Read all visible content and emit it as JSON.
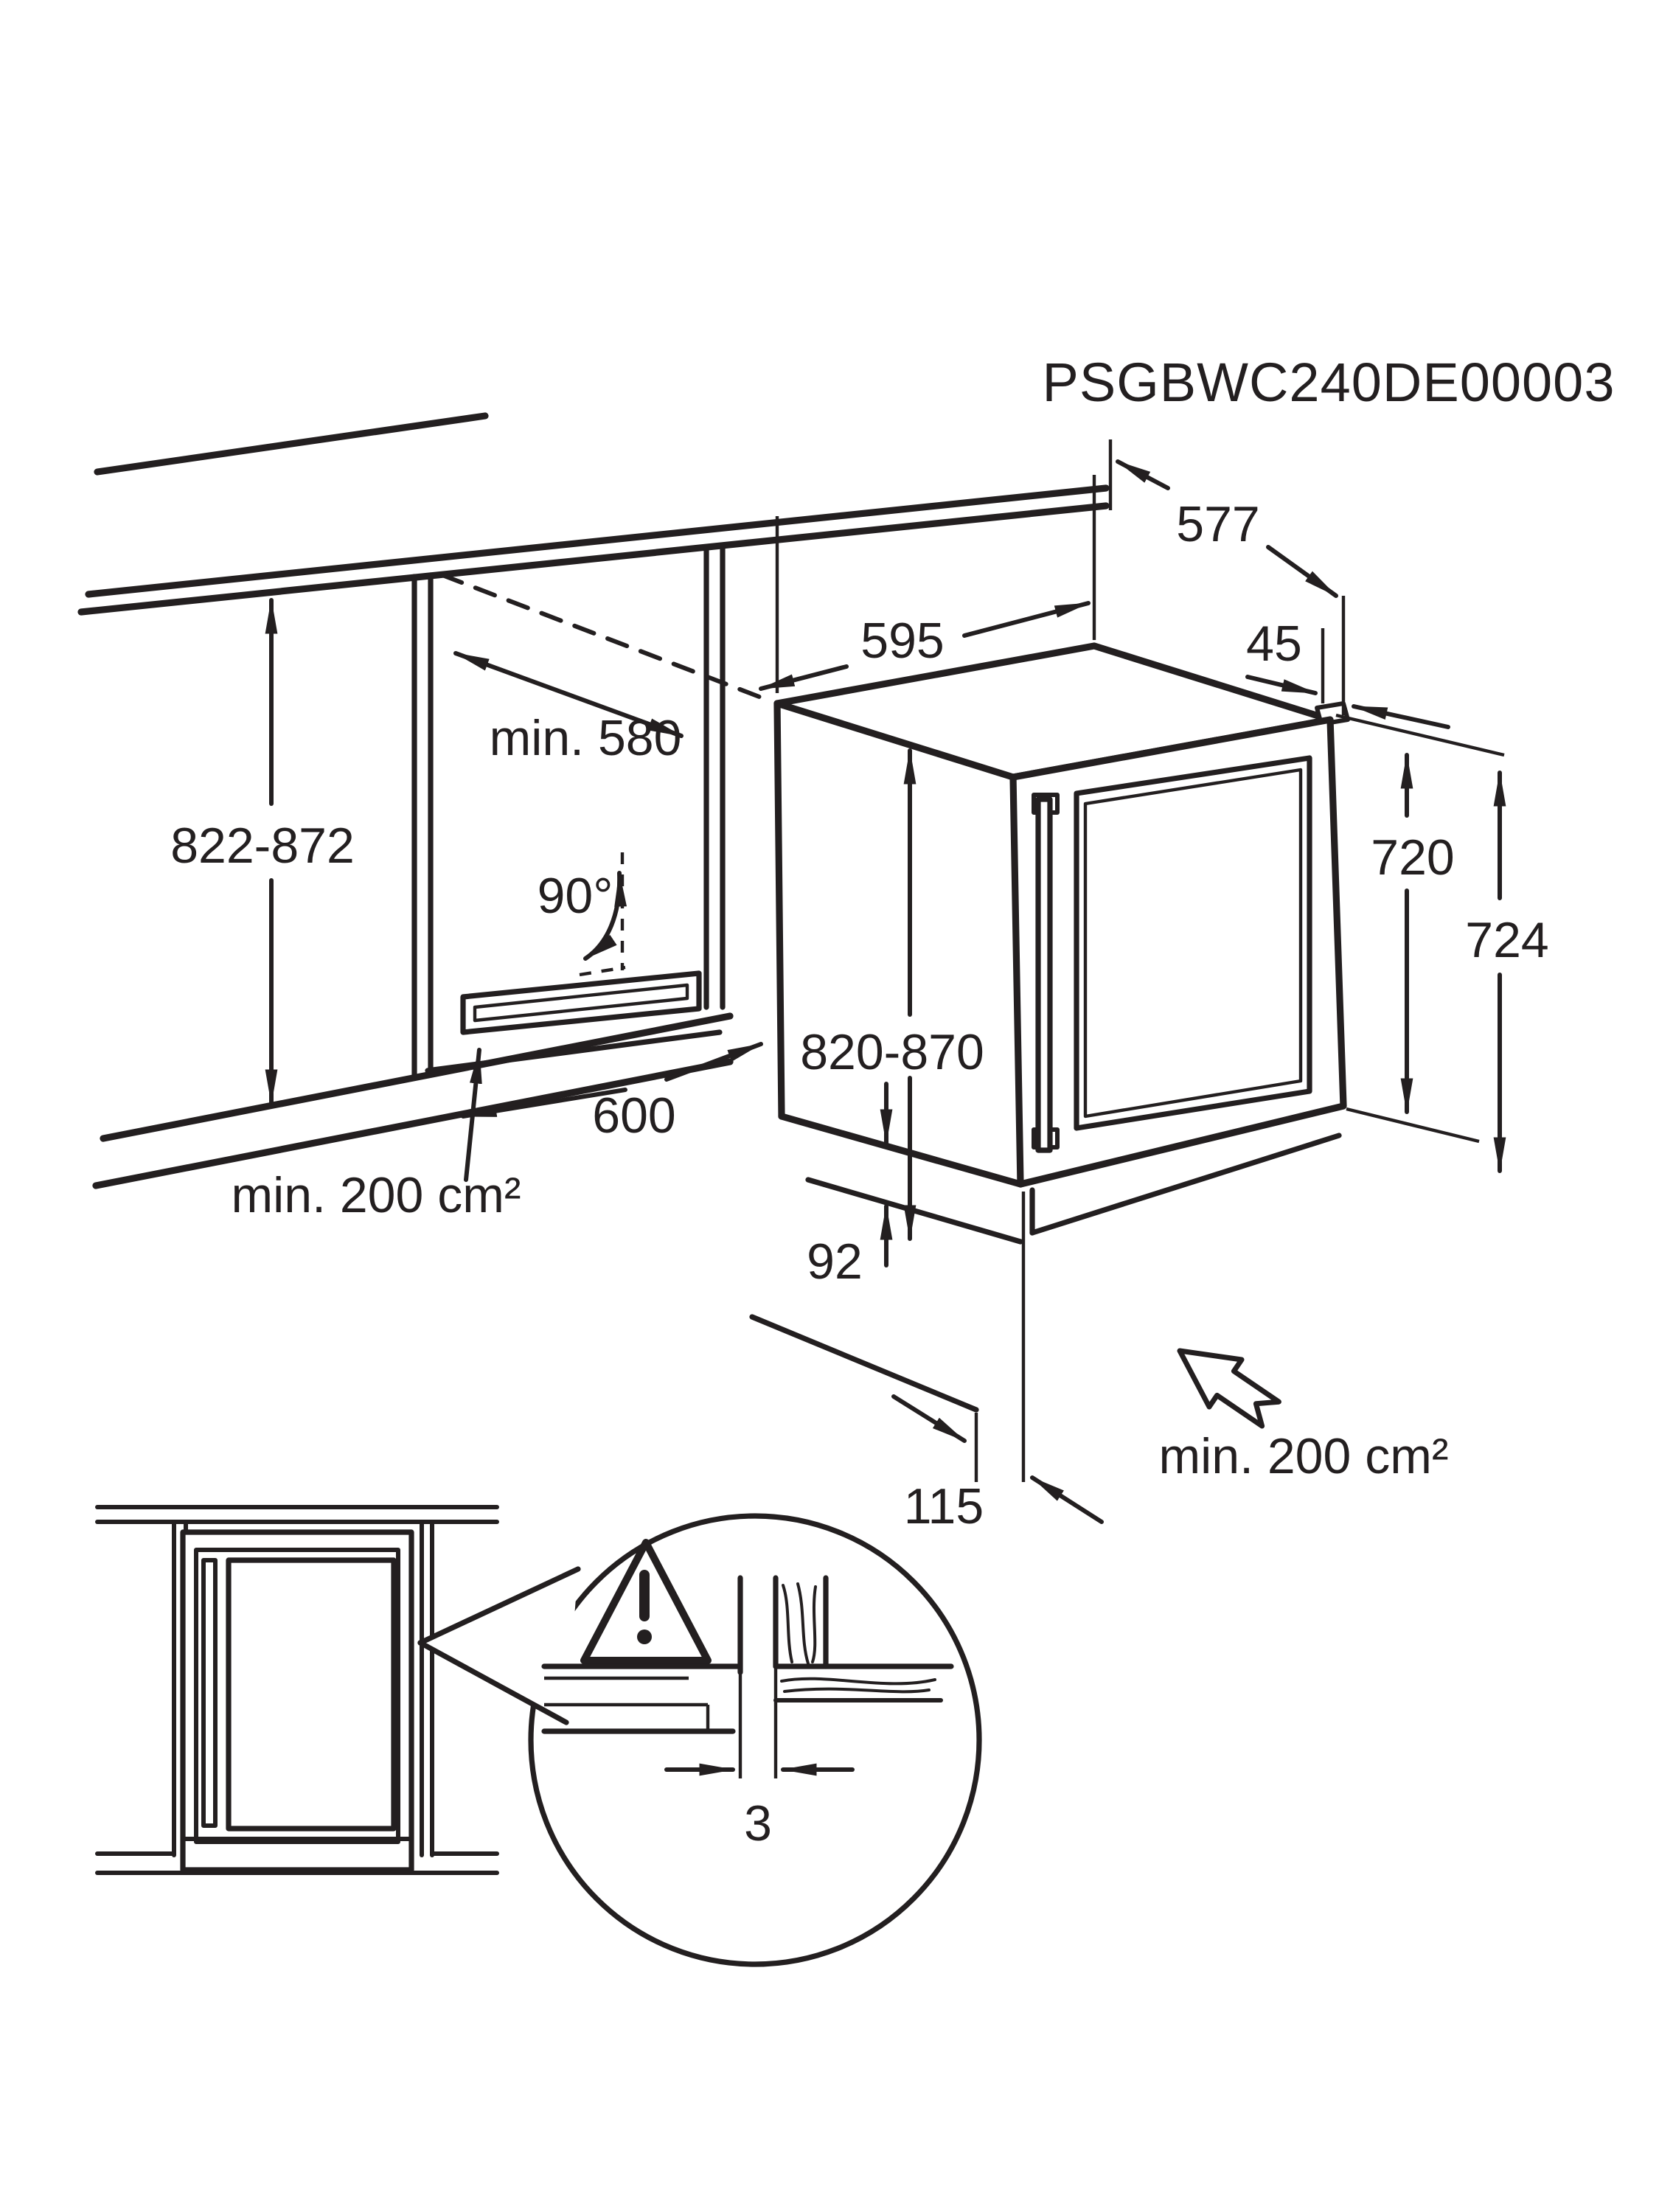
{
  "title": "PSGBWC240DE00003",
  "line_color": "#231f20",
  "perspective_view": {
    "dims": {
      "worktop_depth": "577",
      "top_gap": "45",
      "appliance_depth": "595",
      "niche_min_depth": "min. 580",
      "niche_height_range": "822-872",
      "door_open_angle": "90°",
      "niche_width": "600",
      "vent_area_front": "min. 200 cm²",
      "appliance_height_range": "820-870",
      "height_door": "720",
      "height_overall": "724",
      "plinth_height": "92",
      "plinth_recess": "115",
      "vent_area_rear": "min. 200 cm²"
    }
  },
  "detail_view": {
    "side_gap": "3"
  }
}
